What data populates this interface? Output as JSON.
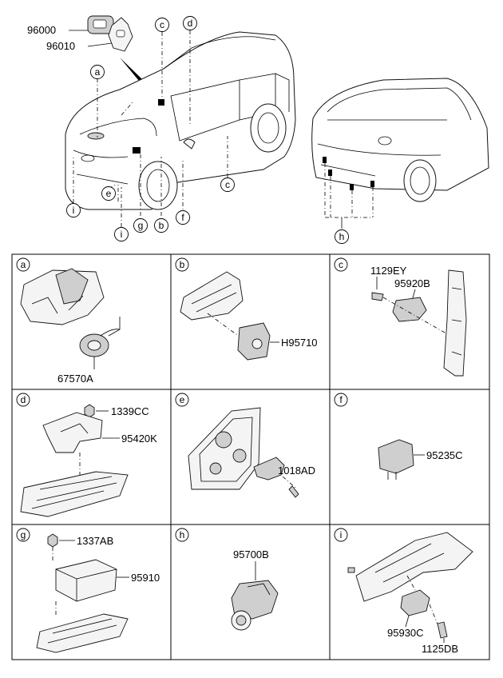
{
  "overview": {
    "key_fob_top": "96000",
    "key_fob_bottom": "96010",
    "callouts": {
      "a": "a",
      "b": "b",
      "c": "c",
      "c2": "c",
      "d": "d",
      "e": "e",
      "f": "f",
      "g": "g",
      "h": "h",
      "i": "i",
      "i2": "i"
    }
  },
  "cells": [
    {
      "letter": "a",
      "parts": [
        "67570A"
      ]
    },
    {
      "letter": "b",
      "parts": [
        "H95710"
      ]
    },
    {
      "letter": "c",
      "parts": [
        "1129EY",
        "95920B"
      ]
    },
    {
      "letter": "d",
      "parts": [
        "1339CC",
        "95420K"
      ]
    },
    {
      "letter": "e",
      "parts": [
        "1018AD"
      ]
    },
    {
      "letter": "f",
      "parts": [
        "95235C"
      ]
    },
    {
      "letter": "g",
      "parts": [
        "1337AB",
        "95910"
      ]
    },
    {
      "letter": "h",
      "parts": [
        "95700B"
      ]
    },
    {
      "letter": "i",
      "parts": [
        "95930C",
        "1125DB"
      ]
    }
  ]
}
